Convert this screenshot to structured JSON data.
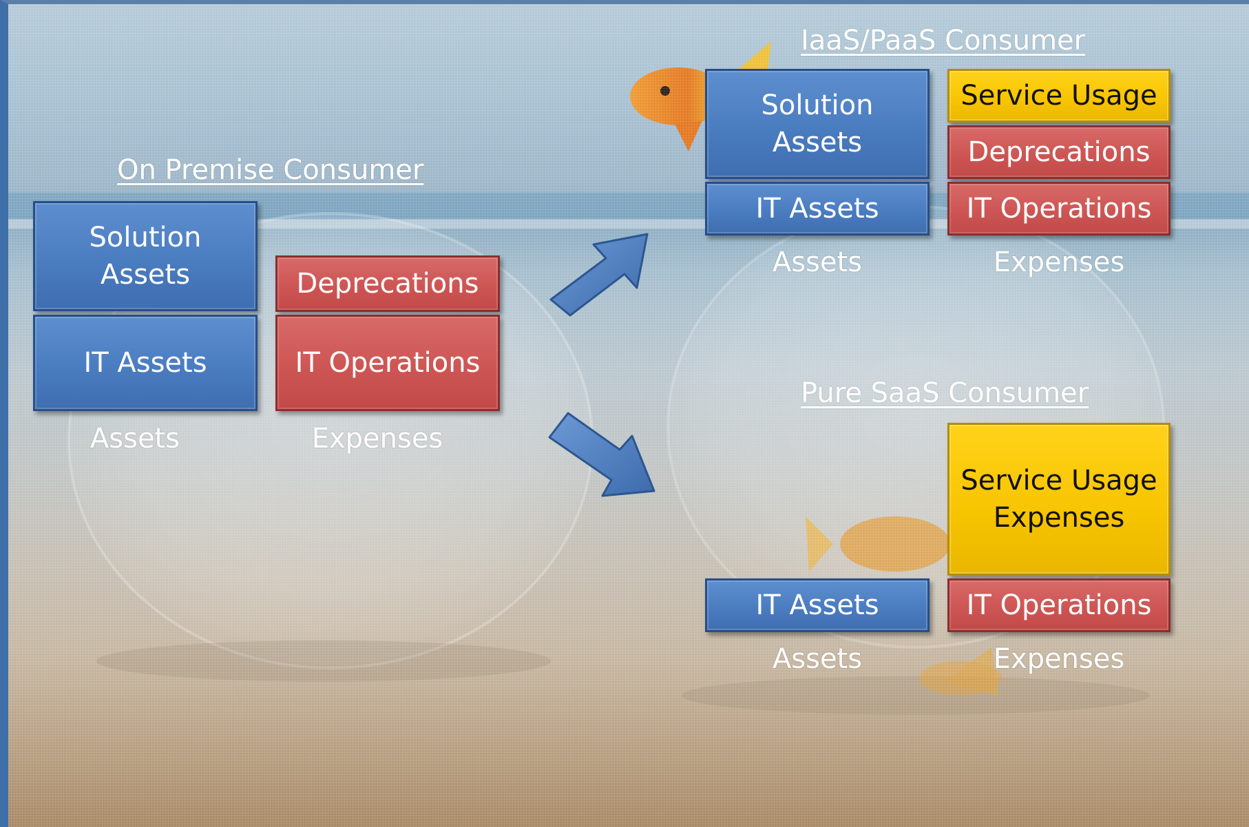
{
  "colors": {
    "asset_blue": "#4a7cc0",
    "expense_red": "#cd5654",
    "service_yellow": "#f7c400",
    "text_white": "#ffffff",
    "arrow_blue": "#4a7cc0"
  },
  "on_premise": {
    "title": "On Premise Consumer",
    "solution_assets": "Solution\nAssets",
    "it_assets": "IT Assets",
    "deprecations": "Deprecations",
    "it_operations": "IT Operations",
    "assets_label": "Assets",
    "expenses_label": "Expenses"
  },
  "iaas_paas": {
    "title": "IaaS/PaaS Consumer",
    "solution_assets": "Solution\nAssets",
    "it_assets": "IT Assets",
    "service_usage": "Service Usage",
    "deprecations": "Deprecations",
    "it_operations": "IT Operations",
    "assets_label": "Assets",
    "expenses_label": "Expenses"
  },
  "pure_saas": {
    "title": "Pure SaaS Consumer",
    "service_usage_expenses": "Service Usage\nExpenses",
    "it_assets": "IT Assets",
    "it_operations": "IT Operations",
    "assets_label": "Assets",
    "expenses_label": "Expenses"
  },
  "background_icons": [
    "goldfish-icon",
    "fishbowl-icon"
  ]
}
